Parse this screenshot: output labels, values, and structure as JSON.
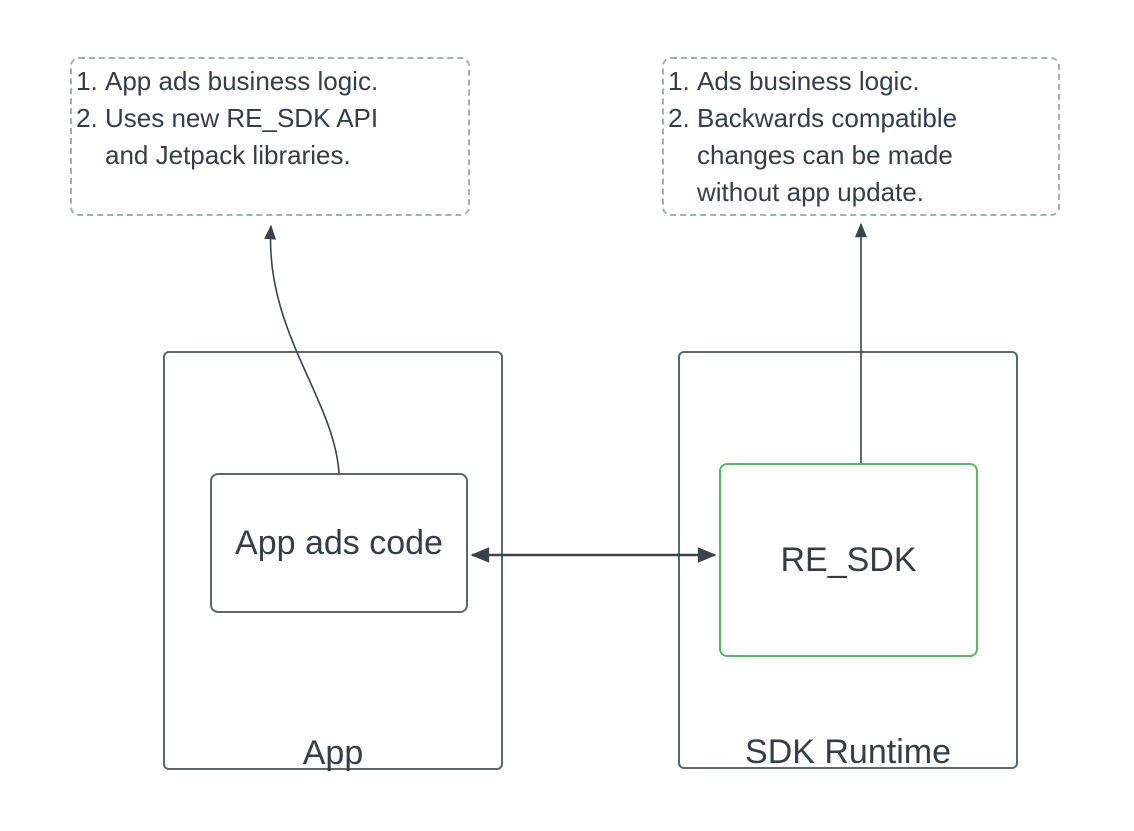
{
  "diagram": {
    "notes": {
      "left": {
        "items": [
          "App ads business logic.",
          "Uses new RE_SDK API\nand Jetpack libraries."
        ]
      },
      "right": {
        "items": [
          "Ads business logic.",
          "Backwards compatible\nchanges can be made\nwithout app update."
        ]
      }
    },
    "containers": {
      "app": {
        "label": "App",
        "child_label": "App ads code"
      },
      "sdk_runtime": {
        "label": "SDK Runtime",
        "child_label": "RE_SDK"
      }
    }
  },
  "colors": {
    "text": "#343d48",
    "box_border": "#5d6670",
    "note_border": "#a7adb4",
    "accent_green": "#54bc5e",
    "arrow": "#39434f",
    "background": "#ffffff"
  }
}
